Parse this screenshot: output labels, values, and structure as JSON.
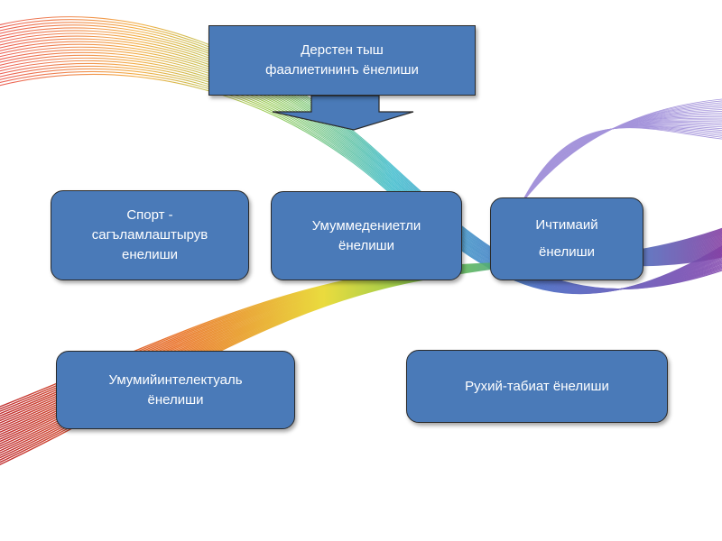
{
  "diagram": {
    "header": {
      "lines": [
        "Дерстен тыш",
        "фаалиетининъ ёнелиши"
      ]
    },
    "nodes": [
      {
        "id": "sport",
        "lines": [
          "Спорт -",
          "сагъламлаштырув",
          "енелиши"
        ]
      },
      {
        "id": "culture",
        "lines": [
          "Умуммедениетли",
          "ёнелиши"
        ]
      },
      {
        "id": "social",
        "lines": [
          "Ичтимаий",
          "ёнелиши"
        ]
      },
      {
        "id": "intellectual",
        "lines": [
          "Умумийинтелектуаль",
          "ёнелиши"
        ]
      },
      {
        "id": "spiritual",
        "lines": [
          "Рухий-табиат ёнелиши"
        ]
      }
    ],
    "colors": {
      "box_fill": "#4a7ab8",
      "box_border": "#2a2a2a",
      "text": "#ffffff"
    }
  }
}
